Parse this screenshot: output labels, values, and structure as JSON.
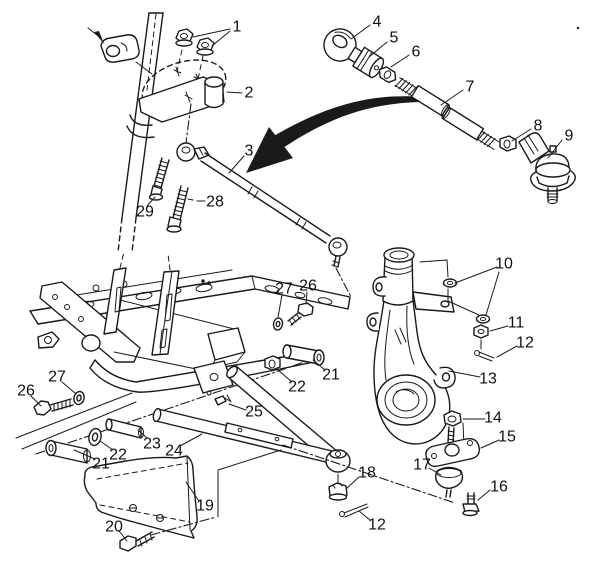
{
  "figure": {
    "colors": {
      "line": "#1a1a1a",
      "label": "#111111",
      "background": "#ffffff"
    }
  },
  "callouts": [
    {
      "id": "callout-1",
      "label": "1"
    },
    {
      "id": "callout-2",
      "label": "2"
    },
    {
      "id": "callout-3",
      "label": "3"
    },
    {
      "id": "callout-4",
      "label": "4"
    },
    {
      "id": "callout-5",
      "label": "5"
    },
    {
      "id": "callout-6",
      "label": "6"
    },
    {
      "id": "callout-7",
      "label": "7"
    },
    {
      "id": "callout-8",
      "label": "8"
    },
    {
      "id": "callout-9",
      "label": "9"
    },
    {
      "id": "callout-10",
      "label": "10"
    },
    {
      "id": "callout-11",
      "label": "11"
    },
    {
      "id": "callout-12-knuckle",
      "label": "12"
    },
    {
      "id": "callout-12-apex",
      "label": "12"
    },
    {
      "id": "callout-13",
      "label": "13"
    },
    {
      "id": "callout-14",
      "label": "14"
    },
    {
      "id": "callout-15",
      "label": "15"
    },
    {
      "id": "callout-16",
      "label": "16"
    },
    {
      "id": "callout-17",
      "label": "17"
    },
    {
      "id": "callout-18",
      "label": "18"
    },
    {
      "id": "callout-19",
      "label": "19"
    },
    {
      "id": "callout-20",
      "label": "20"
    },
    {
      "id": "callout-21-front",
      "label": "21"
    },
    {
      "id": "callout-21-rear",
      "label": "21"
    },
    {
      "id": "callout-22-front",
      "label": "22"
    },
    {
      "id": "callout-22-rear",
      "label": "22"
    },
    {
      "id": "callout-23",
      "label": "23"
    },
    {
      "id": "callout-24",
      "label": "24"
    },
    {
      "id": "callout-25",
      "label": "25"
    },
    {
      "id": "callout-26-front",
      "label": "26"
    },
    {
      "id": "callout-26-rear",
      "label": "26"
    },
    {
      "id": "callout-27-front",
      "label": "27"
    },
    {
      "id": "callout-27-rear",
      "label": "27"
    },
    {
      "id": "callout-28",
      "label": "28"
    },
    {
      "id": "callout-29",
      "label": "29"
    }
  ]
}
